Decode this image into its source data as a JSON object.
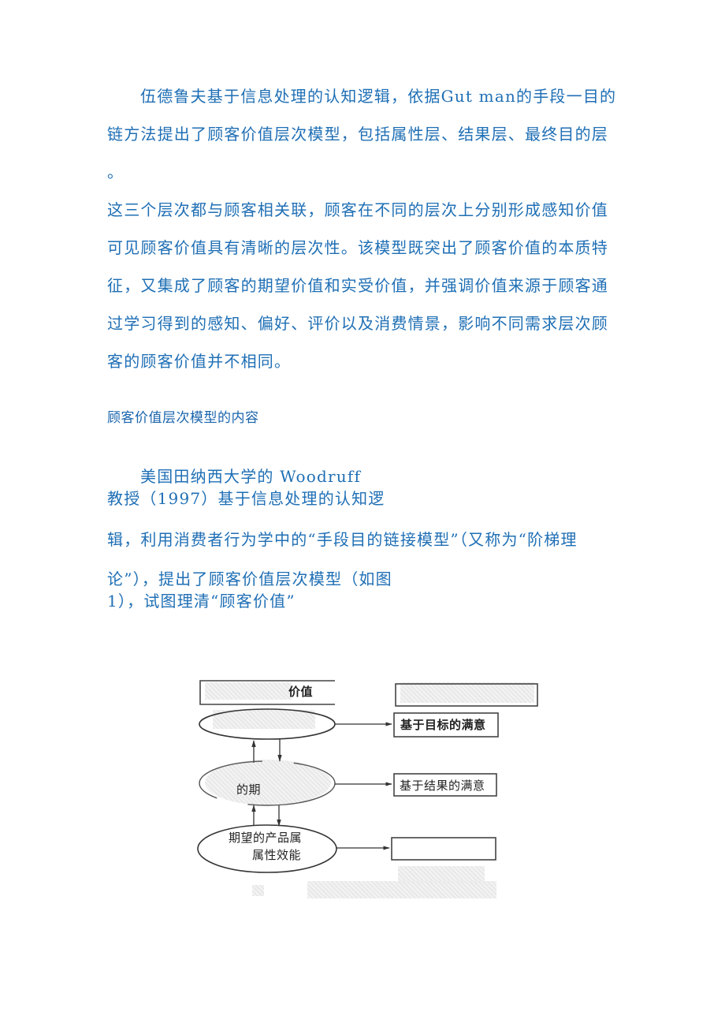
{
  "paragraph1": {
    "line1": "伍德鲁夫基于信息处理的认知逻辑，依据Gut man的手段一目的",
    "line2": "链方法提出了顾客价值层次模型，包括属性层、结果层、最终目的层",
    "line3": "。"
  },
  "paragraph2": {
    "line1": "这三个层次都与顾客相关联，顾客在不同的层次上分别形成感知价值",
    "line2": "可见顾客价值具有清晰的层次性。该模型既突出了顾客价值的本质特",
    "line3": "征，又集成了顾客的期望价值和实受价值，并强调价值来源于顾客通",
    "line4": "过学习得到的感知、偏好、评价以及消费情景，影响不同需求层次顾",
    "line5": "客的顾客价值并不相同。"
  },
  "section_heading": "顾客价值层次模型的内容",
  "paragraph3": {
    "line1": "美国田纳西大学的 Woodruff",
    "line2": "教授（1997）基于信息处理的认知逻",
    "line3": "辑，利用消费者行为学中的“手段目的链接模型”（又称为“阶梯理",
    "line4": "论”），提出了顾客价值层次模型（如图",
    "line5": "1），试图理清“顾客价值”"
  },
  "diagram": {
    "top_left_box": "价值",
    "ellipse_middle_visible": "的期",
    "ellipse_bottom_line1": "期望的产品属",
    "ellipse_bottom_line2": "属性效能",
    "right_box_1": "基于目标的满意",
    "right_box_2": "基于结果的满意",
    "colors": {
      "line": "#333333",
      "text": "#1f6fb5"
    }
  }
}
